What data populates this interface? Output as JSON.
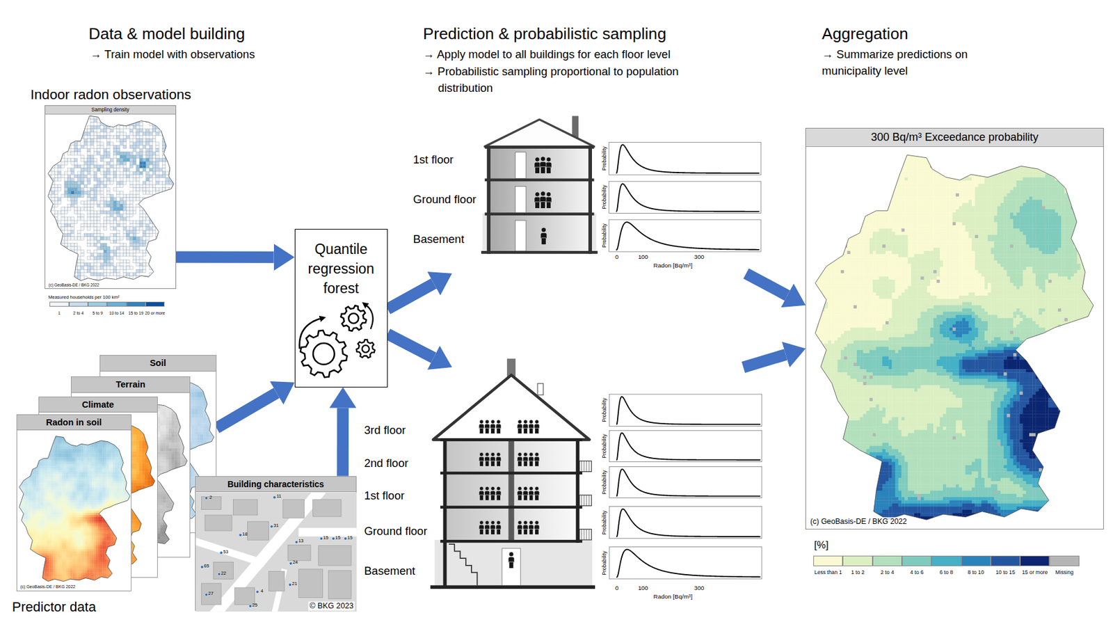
{
  "diagram": {
    "nodes": [
      {
        "text": [
          "Indoor radon observations",
          "Sampling density",
          "(c) GeoBasis-DE / BKG 2022"
        ]
      },
      {
        "text": [
          "Soil"
        ]
      },
      {
        "text": [
          "Terrain"
        ]
      },
      {
        "text": [
          "Climate"
        ]
      },
      {
        "text": [
          "Radon in soil",
          "(c) GeoBasis-DE / BKG 2022"
        ]
      },
      {
        "text": [
          "Building characteristics",
          "© BKG 2023"
        ]
      },
      {
        "text": [
          "Quantile regression forest"
        ]
      },
      {
        "text": [
          "1st floor",
          "Ground floor",
          "Basement"
        ]
      },
      {
        "text": [
          "3rd floor",
          "2nd floor",
          "1st floor",
          "Ground floor",
          "Basement"
        ]
      },
      {
        "text": [
          "300 Bq/m³ Exceedance probability",
          "(c) GeoBasis-DE / BKG 2022"
        ]
      }
    ],
    "edges": [
      {
        "from": 0,
        "to": 6,
        "arrow": "to"
      },
      {
        "from": 1,
        "to": 6,
        "arrow": "to"
      },
      {
        "from": 5,
        "to": 6,
        "arrow": "to"
      },
      {
        "from": 6,
        "to": 7,
        "arrow": "to"
      },
      {
        "from": 6,
        "to": 8,
        "arrow": "to"
      },
      {
        "from": 7,
        "to": 9,
        "arrow": "to"
      },
      {
        "from": 8,
        "to": 9,
        "arrow": "to"
      }
    ],
    "labels": [
      "Data & model building",
      "→ Train model with observations",
      "Prediction & probabilistic sampling",
      "→ Apply model to all buildings for each floor level",
      "→ Probabilistic sampling proportional to population distribution",
      "Aggregation",
      "→ Summarize predictions on municipality level",
      "Measured households per 100 km²",
      "Predictor data",
      "Probability",
      "Probability",
      "Probability",
      "0",
      "100",
      "300",
      "Radon [Bq/m³]",
      "Probability",
      "Probability",
      "Probability",
      "Probability",
      "Probability",
      "0",
      "100",
      "300",
      "Radon [Bq/m³]",
      "[%]",
      "2",
      "11",
      "18",
      "31",
      "53",
      "13",
      "15",
      "15",
      "15",
      "24",
      "21",
      "22",
      "65",
      "27",
      "4",
      "25"
    ],
    "legend": [
      {
        "text": "1",
        "color": "#eff5fb"
      },
      {
        "text": "2 to 4",
        "color": "#c6dbef"
      },
      {
        "text": "5 to 9",
        "color": "#9ecae1"
      },
      {
        "text": "10 to 14",
        "color": "#6baed6"
      },
      {
        "text": "15 to 19",
        "color": "#3182bd"
      },
      {
        "text": "20 or more",
        "color": "#0b4f9c"
      },
      {
        "text": "Less than 1",
        "color": "#fafad2"
      },
      {
        "text": "1 to 2",
        "color": "#dcefc2"
      },
      {
        "text": "2 to 4",
        "color": "#b2e0bc"
      },
      {
        "text": "4 to 6",
        "color": "#7fcbbd"
      },
      {
        "text": "6 to 8",
        "color": "#45b0c6"
      },
      {
        "text": "8 to 10",
        "color": "#2a83bb"
      },
      {
        "text": "10 to 15",
        "color": "#2456a0"
      },
      {
        "text": "15 or more",
        "color": "#0b2570"
      },
      {
        "text": "Missing",
        "color": "#b5b5b5"
      }
    ]
  }
}
